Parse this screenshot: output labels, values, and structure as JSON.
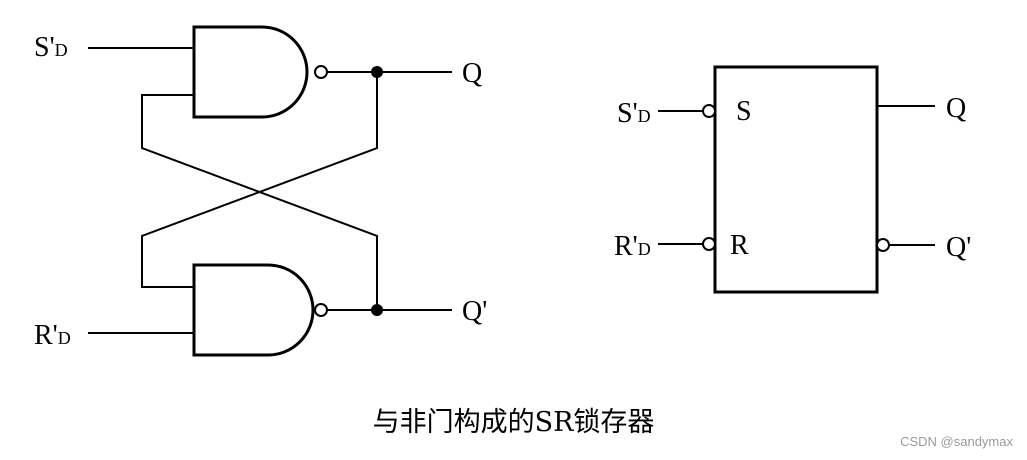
{
  "latch_circuit": {
    "input_set": {
      "main": "S'",
      "sub": "D"
    },
    "input_reset": {
      "main": "R'",
      "sub": "D"
    },
    "output_q": "Q",
    "output_q_bar": "Q'"
  },
  "symbol_block": {
    "input_set": {
      "main": "S'",
      "sub": "D"
    },
    "input_reset": {
      "main": "R'",
      "sub": "D"
    },
    "pin_s": "S",
    "pin_r": "R",
    "output_q": "Q",
    "output_q_bar": "Q'"
  },
  "caption": "与非门构成的SR锁存器",
  "watermark": "CSDN @sandymax"
}
